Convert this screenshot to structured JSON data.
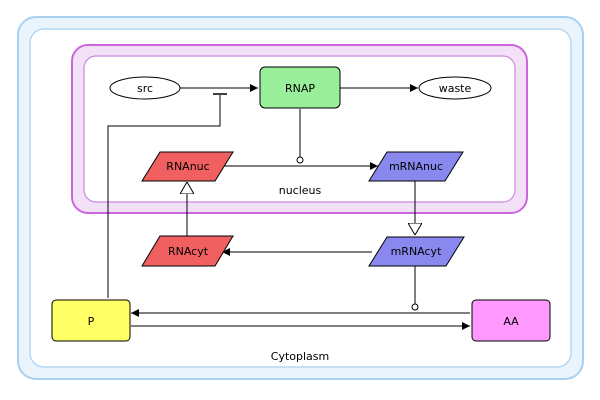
{
  "compartments": {
    "cytoplasm": {
      "label": "Cytoplasm",
      "border_color": "#a8d0f0",
      "fill": "#eaf4fc"
    },
    "nucleus": {
      "label": "nucleus",
      "border_color": "#cc66dd",
      "fill": "#f3e2f7"
    }
  },
  "nodes": {
    "src": {
      "label": "src",
      "shape": "ellipse",
      "fill": "#ffffff"
    },
    "waste": {
      "label": "waste",
      "shape": "ellipse",
      "fill": "#ffffff"
    },
    "rnap": {
      "label": "RNAP",
      "shape": "rounded-rect",
      "fill": "#99ee99"
    },
    "rnanuc": {
      "label": "RNAnuc",
      "shape": "parallelogram",
      "fill": "#f06060"
    },
    "mrnanuc": {
      "label": "mRNAnuc",
      "shape": "parallelogram",
      "fill": "#8888ee"
    },
    "rnacyt": {
      "label": "RNAcyt",
      "shape": "parallelogram",
      "fill": "#f06060"
    },
    "mrnacyt": {
      "label": "mRNAcyt",
      "shape": "parallelogram",
      "fill": "#8888ee"
    },
    "p": {
      "label": "P",
      "shape": "rounded-rect",
      "fill": "#ffff66"
    },
    "aa": {
      "label": "AA",
      "shape": "rounded-rect",
      "fill": "#ff99ff"
    }
  },
  "edges": [
    {
      "from": "src",
      "to": "rnap",
      "kind": "reaction"
    },
    {
      "from": "rnap",
      "to": "waste",
      "kind": "reaction"
    },
    {
      "from": "rnanuc",
      "to": "mrnanuc",
      "kind": "reaction"
    },
    {
      "from": "rnap",
      "to": "rnanuc-mrnanuc",
      "kind": "modulation"
    },
    {
      "from": "mrnanuc",
      "to": "mrnacyt",
      "kind": "transport"
    },
    {
      "from": "mrnacyt",
      "to": "rnacyt",
      "kind": "reaction"
    },
    {
      "from": "rnacyt",
      "to": "rnanuc",
      "kind": "transport"
    },
    {
      "from": "aa",
      "to": "p",
      "kind": "reaction"
    },
    {
      "from": "p",
      "to": "aa",
      "kind": "reaction"
    },
    {
      "from": "mrnacyt",
      "to": "aa-p",
      "kind": "modulation"
    },
    {
      "from": "p",
      "to": "src-rnap",
      "kind": "inhibition"
    }
  ]
}
